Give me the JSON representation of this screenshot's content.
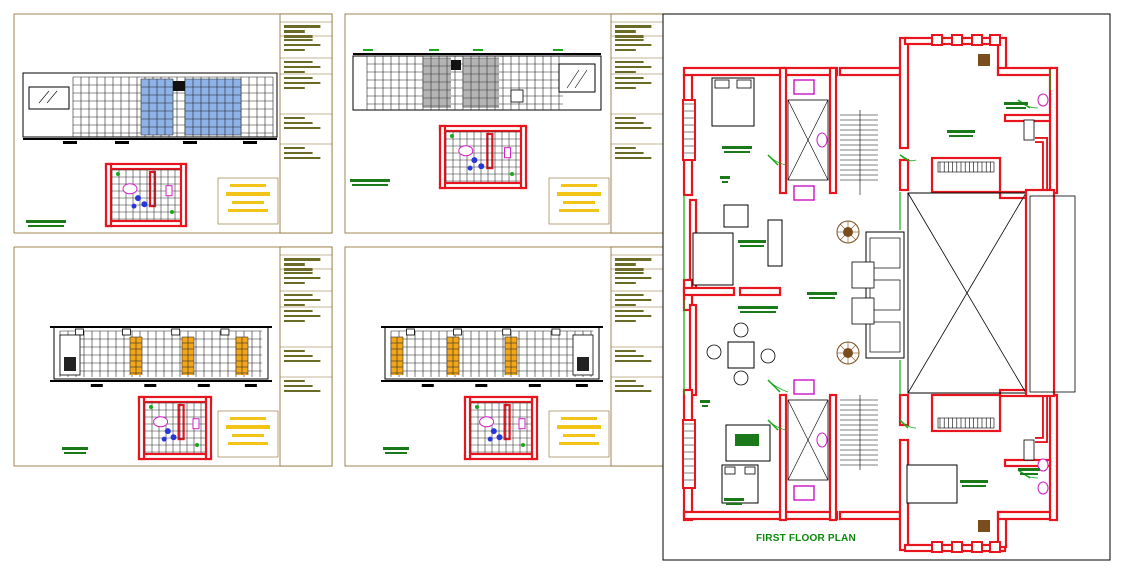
{
  "plan": {
    "title": "FIRST FLOOR PLAN"
  },
  "colors": {
    "wall": "#e8141e",
    "wall_fill": "#ffffff",
    "line": "#000000",
    "frame": "#8a6a2a",
    "title_block_text": "#6b6b28",
    "label_green": "#1a7a1a",
    "title_green": "#0a8a0a",
    "yellow_box": "#f2c418",
    "tile_blue": "#8fb2e8",
    "tile_gray": "#b4b4b4",
    "tile_orange": "#f2a618",
    "fixture_blue": "#2838d8",
    "fixture_magenta": "#d020c8",
    "door_green": "#18a818",
    "furniture": "#7a4e1c"
  },
  "sheets": [
    {
      "id": "sheet-1",
      "tile": "blue"
    },
    {
      "id": "sheet-2",
      "tile": "gray"
    },
    {
      "id": "sheet-3",
      "tile": "orange"
    },
    {
      "id": "sheet-4",
      "tile": "orange"
    }
  ]
}
